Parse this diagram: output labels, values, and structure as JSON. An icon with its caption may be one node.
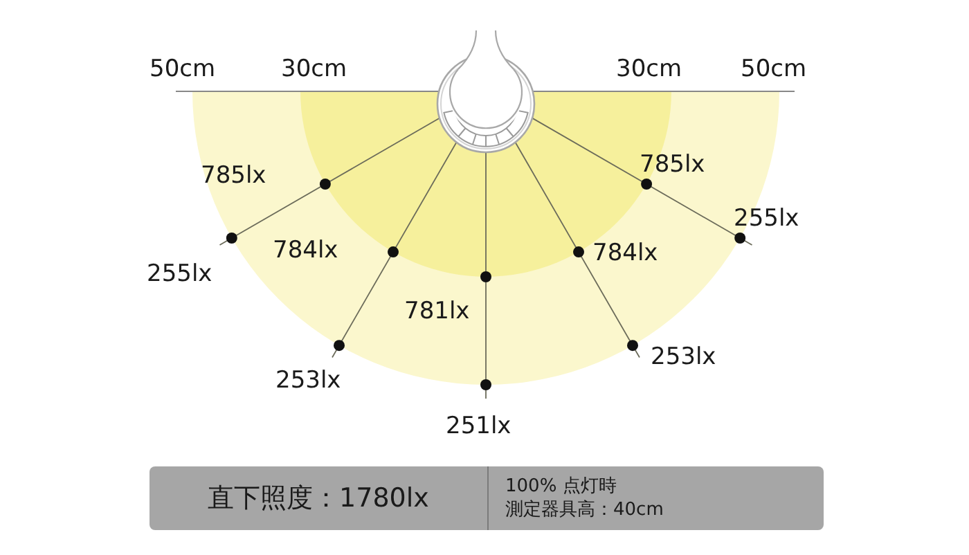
{
  "diagram": {
    "nodes": [
      {
        "text": [
          "直下照度：1780lx",
          "100% 点灯時",
          "測定器具高：40cm"
        ]
      }
    ],
    "labels": [
      "50cm",
      "30cm",
      "30cm",
      "50cm",
      "785lx",
      "785lx",
      "255lx",
      "784lx",
      "784lx",
      "255lx",
      "781lx",
      "253lx",
      "253lx",
      "251lx"
    ]
  }
}
